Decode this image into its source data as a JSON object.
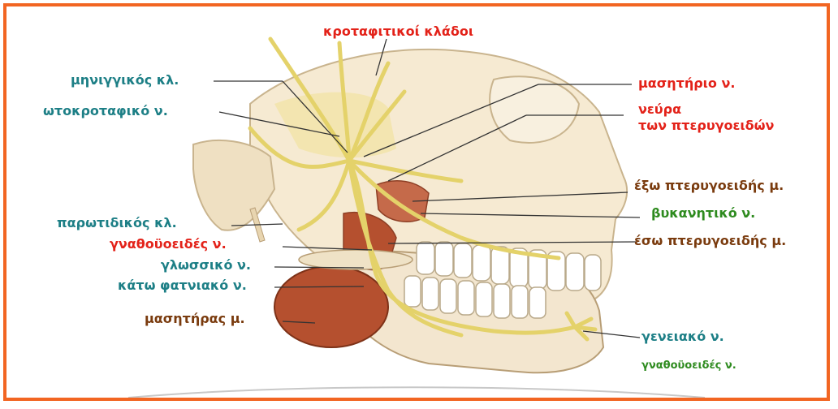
{
  "colors": {
    "frame": "#f26522",
    "teal": "#1d7f86",
    "red": "#e32219",
    "brown": "#7a3b0e",
    "green": "#2e8b1f",
    "nerve": "#e4d26a",
    "muscle": "#b5502f"
  },
  "labels": {
    "temporal_branches": "κροταφιτικοί κλάδοι",
    "meningeal_branch": "μηνιγγικός κλ.",
    "auriculotemporal_nerve": "ωτοκροταφικό ν.",
    "masseteric_nerve": "μασητήριο ν.",
    "pterygoid_nerves_line1": "νεύρα",
    "pterygoid_nerves_line2": "των πτερυγοειδών",
    "lateral_pterygoid_muscle": "έξω πτερυγοειδής μ.",
    "buccal_nerve": "βυκανητικό ν.",
    "medial_pterygoid_muscle": "έσω πτερυγοειδής μ.",
    "parotid_branch": "παρωτιδικός κλ.",
    "mylohyoid_nerve_left": "γναθοϋοειδές ν.",
    "lingual_nerve": "γλωσσικό ν.",
    "inferior_alveolar_nerve": "κάτω φατνιακό ν.",
    "masseter_muscle": "μασητήρας μ.",
    "mental_nerve": "γενειακό ν.",
    "mylohyoid_nerve_right": "γναθοϋοειδές ν."
  }
}
